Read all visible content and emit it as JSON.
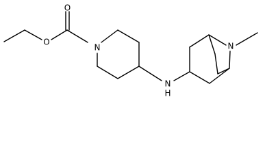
{
  "molecule": {
    "atoms": {
      "carbonyl_o": "O",
      "ester_o": "O",
      "piperidine_n": "N",
      "amine_nh": "N",
      "amine_h": "H",
      "bridge_n": "N"
    }
  },
  "colors": {
    "bond": "#000000",
    "label": "#000000",
    "background": "#ffffff"
  }
}
